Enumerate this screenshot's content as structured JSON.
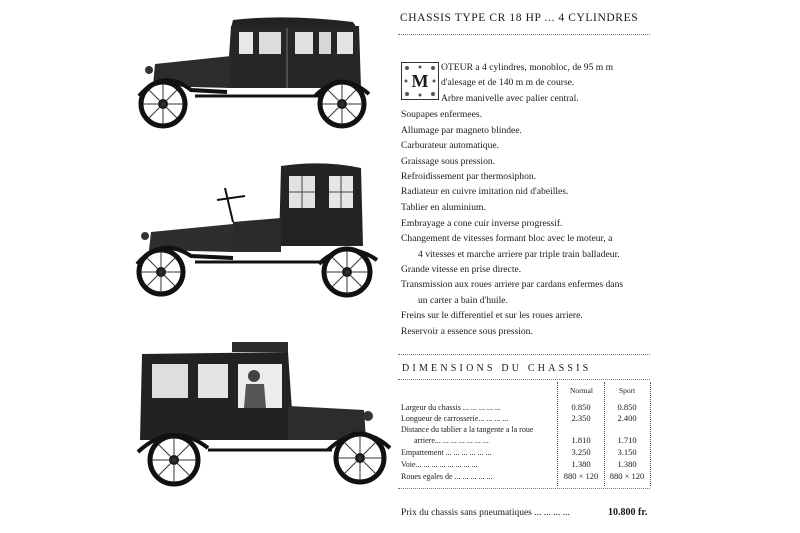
{
  "header": {
    "title": "CHASSIS TYPE CR 18 HP ... 4 CYLINDRES"
  },
  "drop_cap": "M",
  "specs": [
    "OTEUR a 4 cylindres, monobloc, de 95 m m",
    "d'alesage et de 140 m m de course.",
    "Arbre manivelle avec palier central.",
    "Soupapes enfermees.",
    "Allumage par magneto blindee.",
    "Carburateur automatique.",
    "Graissage sous pression.",
    "Refroidissement par thermosiphon.",
    "Radiateur en cuivre imitation nid d'abeilles.",
    "Tablier en aluminium.",
    "Embrayage a cone cuir inverse progressif.",
    "Changement de vitesses formant bloc avec le moteur, a",
    "4 vitesses et marche arriere par triple train balladeur.",
    "Grande vitesse en prise directe.",
    "Transmission aux roues arriere par cardans enfermes dans",
    "un carter a bain d'huile.",
    "Freins sur le differentiel et sur les roues arriere.",
    "Reservoir a essence sous pression."
  ],
  "dimensions": {
    "title": "DIMENSIONS DU CHASSIS",
    "col_normal": "Normal",
    "col_sport": "Sport",
    "rows": [
      {
        "label": "Largeur du chassis ... ... ... ... ...",
        "normal": "0.850",
        "sport": "0.850"
      },
      {
        "label": "Longueur de carrosserie... ... ... ...",
        "normal": "2.350",
        "sport": "2.400"
      },
      {
        "label": "Distance du tablier a la tangente a la roue",
        "normal": "",
        "sport": ""
      },
      {
        "label": "arriere... ... ... ... ... ... ...",
        "normal": "1.810",
        "sport": "1.710"
      },
      {
        "label": "Empattement ... ... ... ... ... ...",
        "normal": "3.250",
        "sport": "3.150"
      },
      {
        "label": "Voie... ... ... ... ... ... ... ...",
        "normal": "1.380",
        "sport": "1.380"
      },
      {
        "label": "Roues egales de ... ... ... ... ...",
        "normal": "880 × 120",
        "sport": "880 × 120"
      }
    ]
  },
  "price": {
    "label": "Prix du chassis sans pneumatiques ... ... ... ...",
    "value": "10.800 fr."
  }
}
